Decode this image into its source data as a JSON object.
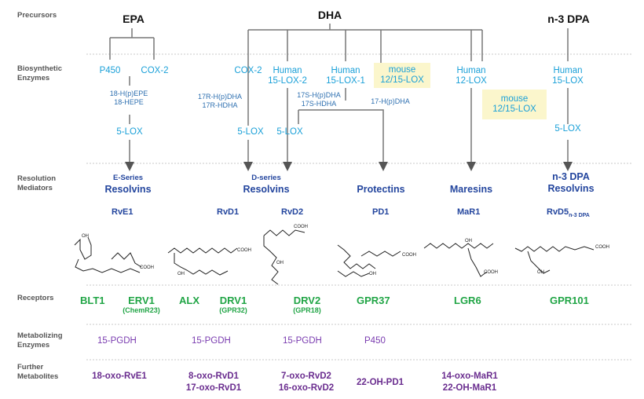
{
  "rows": {
    "precursors": "Precursors",
    "biosynthetic_enzymes": "Biosynthetic Enzymes",
    "resolution_mediators": "Resolution Mediators",
    "receptors": "Receptors",
    "metabolizing_enzymes": "Metabolizing Enzymes",
    "further_metabolites": "Further Metabolites"
  },
  "precursors": {
    "epa": "EPA",
    "dha": "DHA",
    "dpa": "n-3 DPA"
  },
  "enzymes": {
    "p450": "P450",
    "cox2_epa": "COX-2",
    "hepe_1": "18-H(p)EPE",
    "hepe_2": "18-HEPE",
    "lox5_epa": "5-LOX",
    "cox2_dha": "COX-2",
    "human_15lox2_1": "Human",
    "human_15lox2_2": "15-LOX-2",
    "human_15lox1_1": "Human",
    "human_15lox1_2": "15-LOX-1",
    "mouse_1215_1": "mouse",
    "mouse_1215_2": "12/15-LOX",
    "human_12lox_1": "Human",
    "human_12lox_2": "12-LOX",
    "mouse_1215b_1": "mouse",
    "mouse_1215b_2": "12/15-LOX",
    "human_15lox_dpa_1": "Human",
    "human_15lox_dpa_2": "15-LOX",
    "r_hdha_1": "17R-H(p)DHA",
    "r_hdha_2": "17R-HDHA",
    "s_hdha_1": "17S-H(p)DHA",
    "s_hdha_2": "17S-HDHA",
    "hpdha": "17-H(p)DHA",
    "lox5_dha_a": "5-LOX",
    "lox5_dha_b": "5-LOX",
    "lox5_dpa": "5-LOX"
  },
  "mediators": {
    "e_series_sm": "E-Series",
    "e_series": "Resolvins",
    "d_series_sm": "D-series",
    "d_series": "Resolvins",
    "protectins": "Protectins",
    "maresins": "Maresins",
    "dpa_1": "n-3 DPA",
    "dpa_2": "Resolvins"
  },
  "compounds": {
    "rve1": "RvE1",
    "rvd1": "RvD1",
    "rvd2": "RvD2",
    "pd1": "PD1",
    "mar1": "MaR1",
    "rvd5": "RvD5",
    "rvd5_sub": "n-3 DPA"
  },
  "structure_labels": {
    "oh": "OH",
    "cooh": "COOH"
  },
  "receptors": {
    "blt1": "BLT1",
    "erv1": "ERV1",
    "erv1_alt": "(ChemR23)",
    "alx": "ALX",
    "drv1": "DRV1",
    "drv1_alt": "(GPR32)",
    "drv2": "DRV2",
    "drv2_alt": "(GPR18)",
    "gpr37": "GPR37",
    "lgr6": "LGR6",
    "gpr101": "GPR101"
  },
  "metabolizing": {
    "pgdh_1": "15-PGDH",
    "pgdh_2": "15-PGDH",
    "pgdh_3": "15-PGDH",
    "p450": "P450"
  },
  "metabolites": {
    "m1": "18-oxo-RvE1",
    "m2a": "8-oxo-RvD1",
    "m2b": "17-oxo-RvD1",
    "m3a": "7-oxo-RvD2",
    "m3b": "16-oxo-RvD2",
    "m4": "22-OH-PD1",
    "m5a": "14-oxo-MaR1",
    "m5b": "22-OH-MaR1"
  },
  "colors": {
    "enzyme": "#1aa0d8",
    "mediator": "#24469e",
    "receptor": "#21a546",
    "metabolite": "#6a2d8f",
    "highlight": "#fbf6cc"
  }
}
